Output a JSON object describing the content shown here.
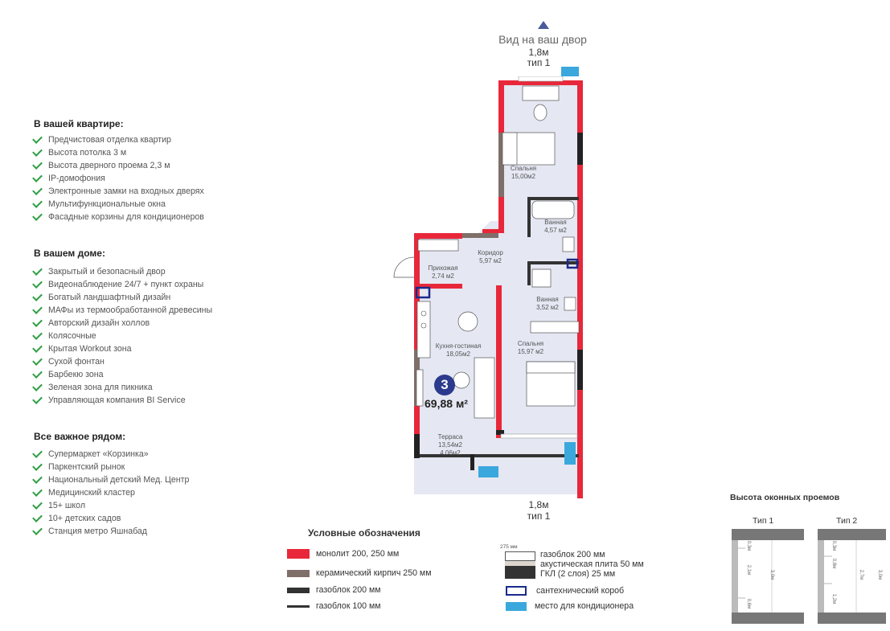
{
  "view": {
    "label": "Вид на ваш двор"
  },
  "top_window": {
    "size": "1,8м",
    "type": "тип 1"
  },
  "bottom_window": {
    "size": "1,8м",
    "type": "тип 1"
  },
  "apartment": {
    "sections": [
      {
        "title": "В вашей квартире:",
        "items": [
          "Предчистовая отделка квартир",
          "Высота потолка 3 м",
          "Высота дверного проема 2,3 м",
          "IP-домофония",
          "Электронные замки на входных дверях",
          "Мультифункциональные окна",
          "Фасадные корзины для кондиционеров"
        ]
      },
      {
        "title": "В вашем доме:",
        "items": [
          "Закрытый и безопасный двор",
          "Видеонаблюдение 24/7 + пункт охраны",
          "Богатый ландшафтный дизайн",
          "МАФы из термообработанной древесины",
          "Авторский дизайн холлов",
          "Колясочные",
          "Крытая Workout зона",
          "Сухой фонтан",
          "Барбекю зона",
          "Зеленая зона для пикника",
          "Управляющая компания BI Service"
        ]
      },
      {
        "title": "Все важное рядом:",
        "items": [
          "Супермаркет «Корзинка»",
          "Паркентский рынок",
          "Национальный детский Мед. Центр",
          "Медицинский кластер",
          "15+ школ",
          "10+ детских садов",
          "Станция метро Яшнабад"
        ]
      }
    ]
  },
  "rooms": {
    "bedroom1": {
      "name": "Спальня",
      "area": "15,00м2"
    },
    "bath1": {
      "name": "Ванная",
      "area": "4,57 м2"
    },
    "corridor": {
      "name": "Коридор",
      "area": "5,97 м2"
    },
    "hall": {
      "name": "Прихожая",
      "area": "2,74 м2"
    },
    "bath2": {
      "name": "Ванная",
      "area": "3,52 м2"
    },
    "kitchen": {
      "name": "Кухня-гостиная",
      "area": "18,05м2"
    },
    "bedroom2": {
      "name": "Спальня",
      "area": "15,97 м2"
    },
    "terrace": {
      "name": "Терраса",
      "area1": "13,54м2",
      "area2": "4,06м2"
    }
  },
  "badge": {
    "rooms": "3",
    "area": "69,88",
    "unit": "м²"
  },
  "legend": {
    "title": "Условные обозначения",
    "items": [
      {
        "label": "монолит 200, 250 мм",
        "color": "#e8283a"
      },
      {
        "label": "керамический кирпич 250 мм",
        "color": "#7f6f69"
      },
      {
        "label": "газоблок 200 мм",
        "color": "#333333"
      },
      {
        "label": "газоблок 100 мм",
        "color": "#333333"
      }
    ],
    "items_right": [
      {
        "label": "газоблок 200 мм"
      },
      {
        "label": "акустическая плита 50 мм"
      },
      {
        "label": "ГКЛ (2 слоя) 25 мм"
      },
      {
        "label": "сантехнический короб",
        "color": "#1a2a8c"
      },
      {
        "label": "место для кондиционера",
        "color": "#3aa8dc"
      }
    ],
    "dim_275": "275 мм"
  },
  "windows": {
    "title": "Высота оконных проемов",
    "type1": {
      "label": "Тип 1",
      "dims": [
        "0,3м",
        "2,1м",
        "0,6м",
        "3,0м"
      ]
    },
    "type2": {
      "label": "Тип 2",
      "dims": [
        "0,3м",
        "0,8м",
        "1,2м",
        "2,7м",
        "3,0м"
      ]
    }
  },
  "colors": {
    "monolith": "#e8283a",
    "brick": "#7f6f69",
    "floor": "#e5e7f3",
    "ac": "#3aa8dc",
    "duct": "#1a2a8c",
    "check": "#2e9e44"
  }
}
